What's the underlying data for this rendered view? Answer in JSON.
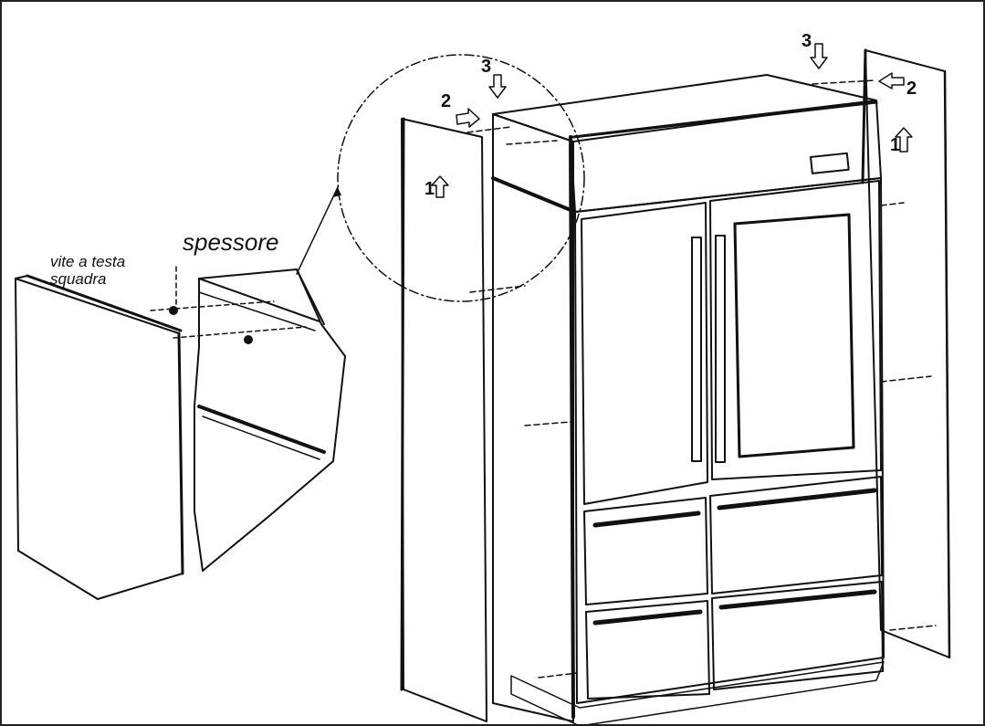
{
  "labels": {
    "screw_line1": "vite a testa",
    "screw_line2": "squadra",
    "spacer": "spessore"
  },
  "steps": {
    "left_1": "1",
    "left_2": "2",
    "left_3": "3",
    "right_1": "1",
    "right_2": "2",
    "right_3": "3"
  },
  "icons": [
    "up-arrow-icon",
    "down-arrow-icon",
    "left-arrow-icon",
    "right-arrow-icon"
  ]
}
